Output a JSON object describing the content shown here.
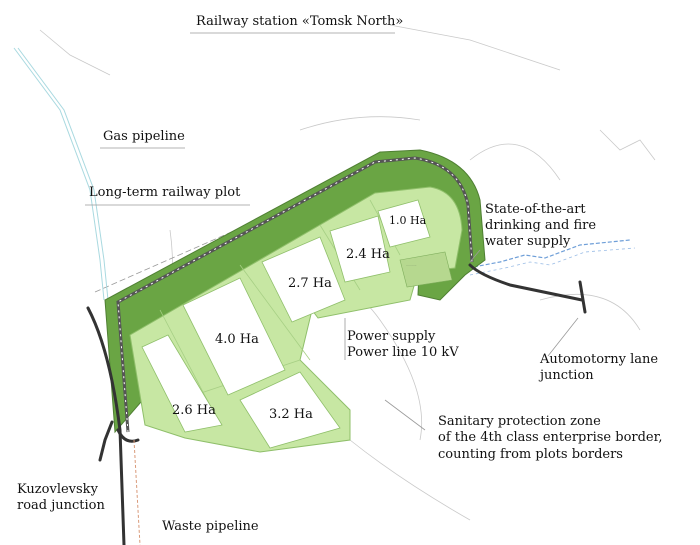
{
  "labels": {
    "railway_station": "Railway station  «Tomsk North»",
    "gas_pipeline": "Gas pipeline",
    "railway_plot": "Long-term railway plot",
    "water_supply": [
      "State-of-the-art",
      "drinking and fire",
      "water supply"
    ],
    "power_supply": [
      "Power supply",
      "Power line 10 kV"
    ],
    "automotorny": [
      "Automotorny lane",
      "junction"
    ],
    "sanitary": [
      "Sanitary protection zone",
      "of the 4th class enterprise border,",
      "counting from plots borders"
    ],
    "kuzovlevsky": [
      "Kuzovlevsky",
      "road junction"
    ],
    "waste_pipeline": "Waste pipeline"
  },
  "plots": [
    {
      "id": "plot-1-0",
      "label": "1.0 Ha"
    },
    {
      "id": "plot-2-4",
      "label": "2.4 Ha"
    },
    {
      "id": "plot-2-7",
      "label": "2.7 Ha"
    },
    {
      "id": "plot-4-0",
      "label": "4.0 Ha"
    },
    {
      "id": "plot-2-6",
      "label": "2.6 Ha"
    },
    {
      "id": "plot-3-2",
      "label": "3.2 Ha"
    }
  ],
  "colors": {
    "buffer_dark": "#6aa544",
    "site_light": "#c7e7a3",
    "plot_fill": "#ffffff",
    "rail": "#555555",
    "road": "#333333",
    "water": "#6f9fd8",
    "leader": "#9a9a9a"
  }
}
